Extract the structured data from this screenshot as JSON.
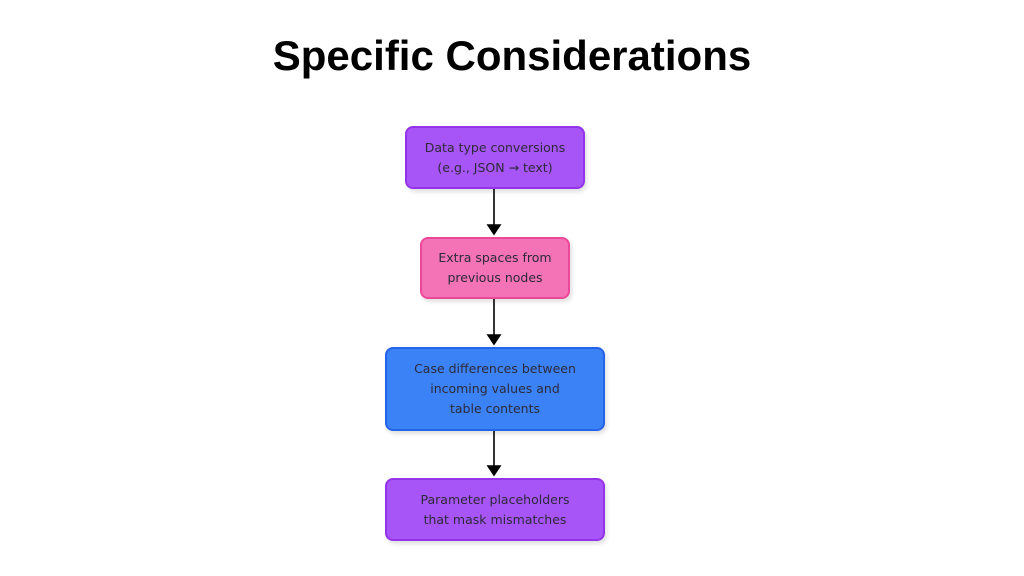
{
  "title": "Specific Considerations",
  "nodes": [
    {
      "label": "Data type conversions\n(e.g., JSON → text)",
      "color": "#a855f7",
      "border": "#9333ea"
    },
    {
      "label": "Extra spaces from\nprevious nodes",
      "color": "#f472b6",
      "border": "#ec4899"
    },
    {
      "label": "Case differences between\nincoming values and\ntable contents",
      "color": "#3b82f6",
      "border": "#2563eb"
    },
    {
      "label": "Parameter placeholders\nthat mask mismatches",
      "color": "#a855f7",
      "border": "#9333ea"
    }
  ]
}
